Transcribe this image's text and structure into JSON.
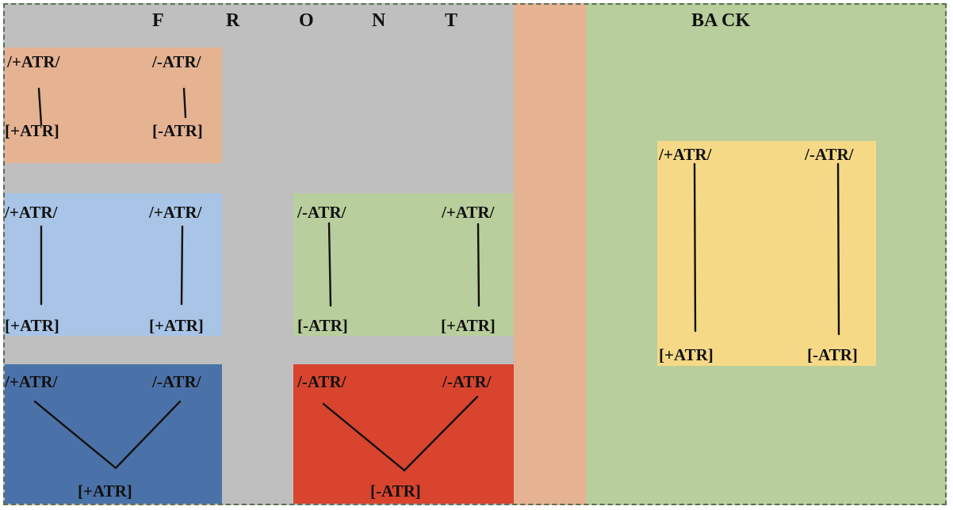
{
  "headings": {
    "front_letters": [
      "F",
      "R",
      "O",
      "N",
      "T"
    ],
    "back": "BA CK"
  },
  "colors": {
    "front_region": "#bfbfbf",
    "central_band": "#e5b292",
    "back_region": "#b8ce9c",
    "box_peach": "#e5b292",
    "box_light_blue": "#a8c4e6",
    "box_light_green": "#b8ce9c",
    "box_dark_blue": "#4b72a8",
    "box_red": "#d8442e",
    "box_yellow": "#f6d987"
  },
  "boxes": {
    "peach": {
      "left_top": "/+ATR/",
      "right_top": "/-ATR/",
      "left_bottom": "[+ATR]",
      "right_bottom": "[-ATR]"
    },
    "light_blue": {
      "left_top": "/+ATR/",
      "right_top": "/+ATR/",
      "left_bottom": "[+ATR]",
      "right_bottom": "[+ATR]"
    },
    "light_green": {
      "left_top": "/-ATR/",
      "right_top": "/+ATR/",
      "left_bottom": "[-ATR]",
      "right_bottom": "[+ATR]"
    },
    "dark_blue": {
      "left_top": "/+ATR/",
      "right_top": "/-ATR/",
      "bottom": "[+ATR]"
    },
    "red": {
      "left_top": "/-ATR/",
      "right_top": "/-ATR/",
      "bottom": "[-ATR]"
    },
    "yellow": {
      "left_top": "/+ATR/",
      "right_top": "/-ATR/",
      "left_bottom": "[+ATR]",
      "right_bottom": "[-ATR]"
    }
  }
}
